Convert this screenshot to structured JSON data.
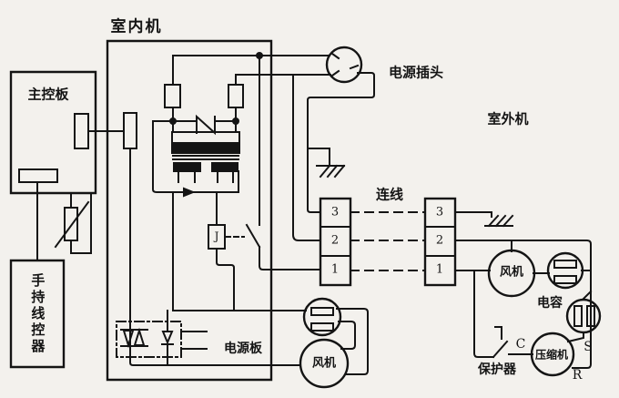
{
  "diagram": {
    "labels": {
      "indoor_unit": "室内机",
      "main_control_board": "主控板",
      "handheld_controller": "手持线控器",
      "power_plug": "电源插头",
      "outdoor_unit": "室外机",
      "connecting_wire": "连线",
      "power_board": "电源板",
      "indoor_fan": "风机",
      "outdoor_fan": "风机",
      "outdoor_capacitor": "电容",
      "compressor": "压缩机",
      "protector": "保护器"
    },
    "relay_label": "J",
    "compressor_terminals": {
      "c": "C",
      "s": "S",
      "r": "R"
    },
    "terminal_block_indoor": [
      "3",
      "2",
      "1"
    ],
    "terminal_block_outdoor": [
      "3",
      "2",
      "1"
    ],
    "colors": {
      "line": "#141414",
      "background": "#f3f1ed"
    }
  }
}
